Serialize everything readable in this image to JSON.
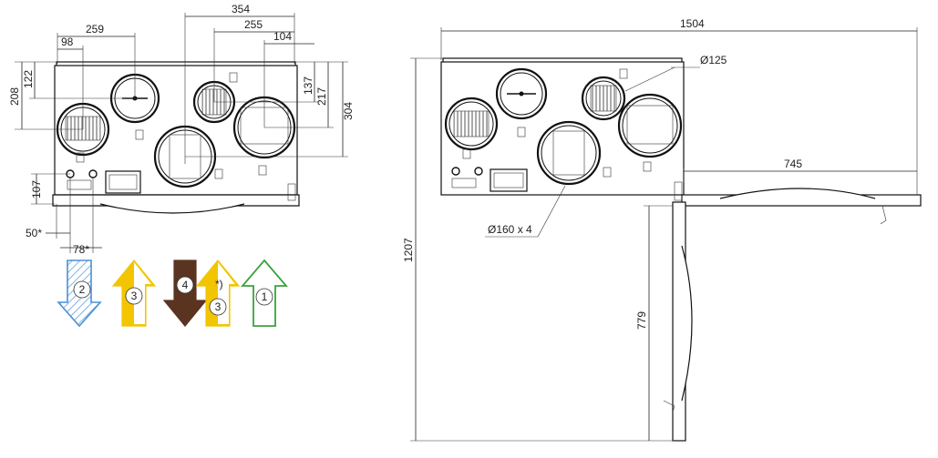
{
  "left_view": {
    "dims": {
      "w354": "354",
      "w259": "259",
      "w255": "255",
      "w104": "104",
      "w98": "98",
      "h122": "122",
      "h208": "208",
      "h137": "137",
      "h217": "217",
      "h304": "304",
      "h107": "107",
      "w50": "50*",
      "w78": "78*"
    }
  },
  "right_view": {
    "dims": {
      "w1504": "1504",
      "w745": "745",
      "h1207": "1207",
      "h779": "779"
    },
    "labels": {
      "d125": "Ø125",
      "d160": "Ø160 x 4"
    }
  },
  "arrows": [
    {
      "number": "2",
      "direction": "down",
      "color": "#4a90d9",
      "style": "hatched"
    },
    {
      "number": "3",
      "direction": "up",
      "color": "#f2c500",
      "style": "split"
    },
    {
      "number": "4",
      "direction": "down",
      "color": "#5a3420",
      "style": "solid"
    },
    {
      "number": "3",
      "direction": "up",
      "color": "#f2c500",
      "style": "split",
      "note": "*)"
    },
    {
      "number": "1",
      "direction": "up",
      "color": "#3aa33a",
      "style": "outline"
    }
  ]
}
